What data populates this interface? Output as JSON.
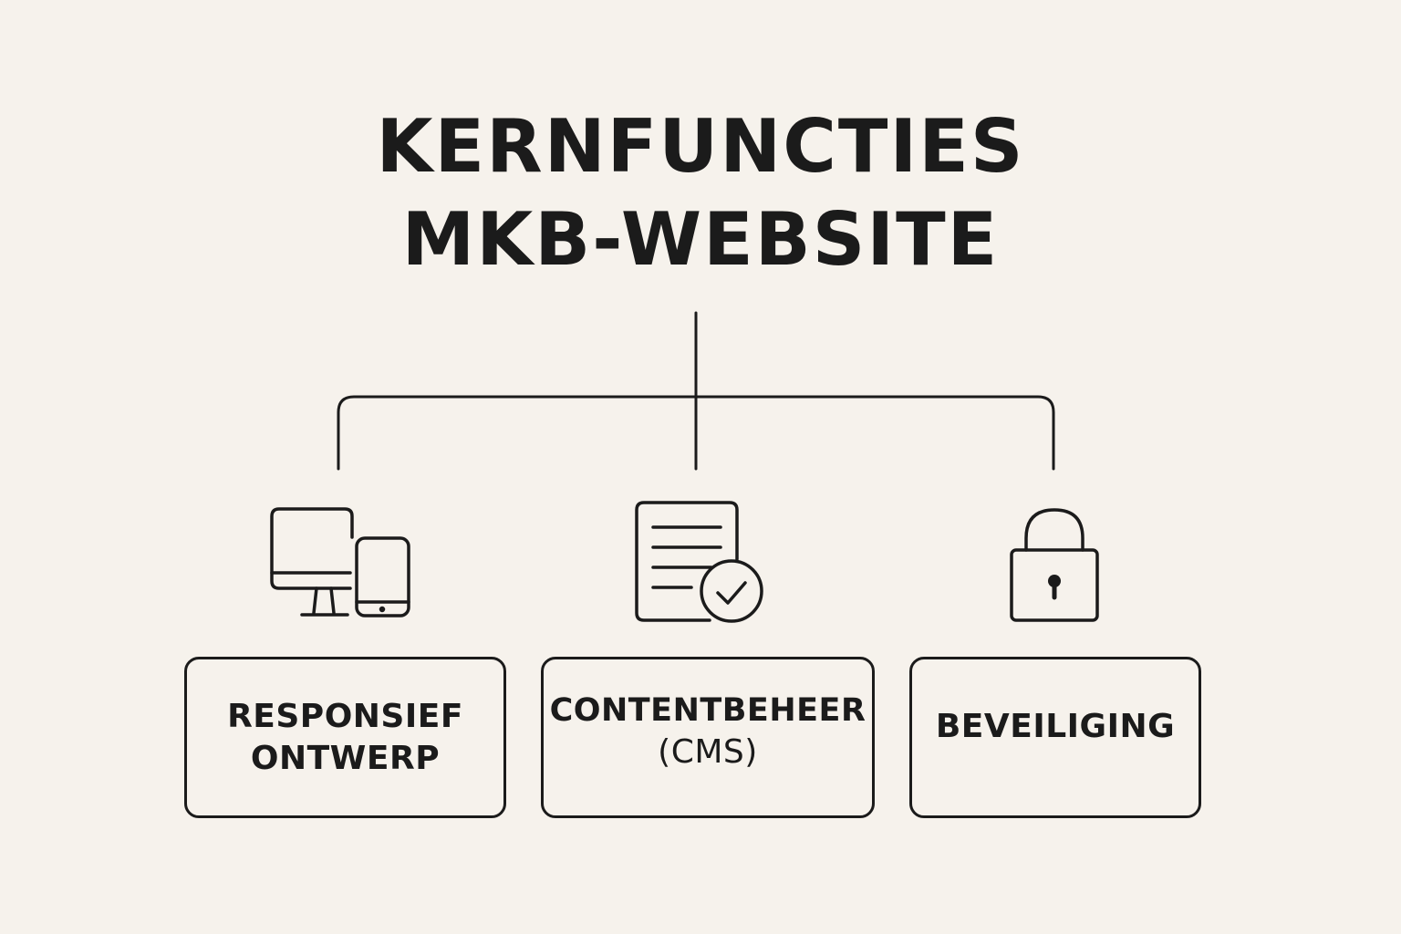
{
  "title": {
    "line1": "KERNFUNCTIES",
    "line2": "MKB-WEBSITE"
  },
  "features": [
    {
      "line1": "RESPONSIEF",
      "line2": "ONTWERP",
      "icon": "devices-icon"
    },
    {
      "line1": "CONTENTBEHEER",
      "line2": "(CMS)",
      "icon": "document-check-icon"
    },
    {
      "line1": "BEVEILIGING",
      "line2": "",
      "icon": "padlock-icon"
    }
  ],
  "colors": {
    "background": "#f6f2ec",
    "ink": "#1b1b1b"
  }
}
